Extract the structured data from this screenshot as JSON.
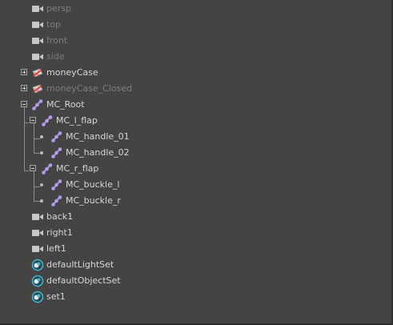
{
  "outliner": {
    "items": [
      {
        "label": "persp",
        "icon": "camera-icon",
        "dim": true
      },
      {
        "label": "top",
        "icon": "camera-icon",
        "dim": true
      },
      {
        "label": "front",
        "icon": "camera-icon",
        "dim": true
      },
      {
        "label": "side",
        "icon": "camera-icon",
        "dim": true
      },
      {
        "label": "moneyCase",
        "icon": "mesh-transform-icon",
        "dim": false,
        "expander": "collapsed"
      },
      {
        "label": "moneyCase_Closed",
        "icon": "mesh-transform-icon",
        "dim": true,
        "expander": "collapsed"
      },
      {
        "label": "MC_Root",
        "icon": "joint-icon",
        "dim": false,
        "expander": "expanded"
      },
      {
        "label": "MC_l_flap",
        "icon": "joint-icon",
        "dim": false,
        "expander": "expanded"
      },
      {
        "label": "MC_handle_01",
        "icon": "joint-icon",
        "dim": false
      },
      {
        "label": "MC_handle_02",
        "icon": "joint-icon",
        "dim": false
      },
      {
        "label": "MC_r_flap",
        "icon": "joint-icon",
        "dim": false,
        "expander": "expanded"
      },
      {
        "label": "MC_buckle_l",
        "icon": "joint-icon",
        "dim": false
      },
      {
        "label": "MC_buckle_r",
        "icon": "joint-icon",
        "dim": false
      },
      {
        "label": "back1",
        "icon": "camera-icon",
        "dim": false
      },
      {
        "label": "right1",
        "icon": "camera-icon",
        "dim": false
      },
      {
        "label": "left1",
        "icon": "camera-icon",
        "dim": false
      },
      {
        "label": "defaultLightSet",
        "icon": "set-icon",
        "dim": false
      },
      {
        "label": "defaultObjectSet",
        "icon": "set-icon",
        "dim": false
      },
      {
        "label": "set1",
        "icon": "set-icon",
        "dim": false
      }
    ]
  },
  "colors": {
    "background": "#444444",
    "text": "#d6d6d6",
    "text_dim": "#7e7e7e",
    "joint": "#b59be8",
    "set_icon": "#4fb3c9"
  }
}
